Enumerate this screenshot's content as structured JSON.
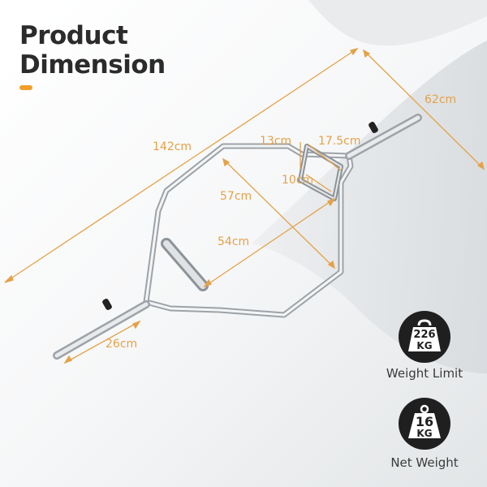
{
  "header": {
    "title_line1": "Product",
    "title_line2": "Dimension"
  },
  "colors": {
    "accent": "#f0a02a",
    "dimension_text": "#e3a24a",
    "title_text": "#2b2b2b",
    "badge_bg": "#1f1f1f"
  },
  "dimensions": {
    "overall_length": "142cm",
    "overall_width": "62cm",
    "inner_diagonal_a": "57cm",
    "inner_diagonal_b": "54cm",
    "handle_height": "13cm",
    "handle_length": "17.5cm",
    "handle_grip": "10cm",
    "sleeve_length": "26cm"
  },
  "specs": [
    {
      "icon": "weight-icon",
      "value": "226",
      "unit": "KG",
      "label": "Weight Limit"
    },
    {
      "icon": "kettlebell-weight-icon",
      "value": "16",
      "unit": "KG",
      "label": "Net Weight"
    }
  ]
}
